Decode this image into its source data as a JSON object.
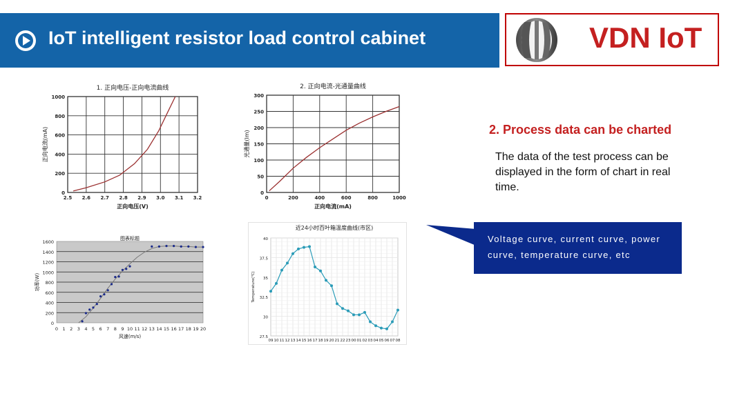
{
  "header": {
    "title": "IoT intelligent resistor load control cabinet",
    "play_icon": "play-circle-icon"
  },
  "logo": {
    "text": "VDN IoT"
  },
  "section": {
    "title": "2. Process data can be charted",
    "description": "The data of the test process can be displayed in the form of chart in real time."
  },
  "callout": {
    "text": "Voltage curve, current curve, power curve, temperature curve, etc"
  },
  "colors": {
    "header_bg": "#1464a8",
    "accent_red": "#c42020",
    "callout_bg": "#0b2a8c",
    "curve_red": "#9b3030",
    "teal": "#2a9bb7"
  },
  "chart_data": [
    {
      "type": "line",
      "title": "1. 正向电压-正向电流曲线",
      "xlabel": "正向电压(V)",
      "ylabel": "正向电流(mA)",
      "xlim": [
        2.5,
        3.2
      ],
      "ylim": [
        0,
        1000
      ],
      "xticks": [
        "2.5",
        "2.6",
        "2.7",
        "2.8",
        "2.9",
        "3.0",
        "3.1",
        "3.2"
      ],
      "yticks": [
        "0",
        "200",
        "400",
        "600",
        "800",
        "1000"
      ],
      "grid": true,
      "series": [
        {
          "x": [
            2.53,
            2.6,
            2.7,
            2.78,
            2.86,
            2.93,
            2.99,
            3.04,
            3.08
          ],
          "y": [
            15,
            50,
            110,
            180,
            300,
            450,
            640,
            840,
            1000
          ]
        }
      ]
    },
    {
      "type": "line",
      "title": "2. 正向电流-光通量曲线",
      "xlabel": "正向电流(mA)",
      "ylabel": "光通量(lm)",
      "xlim": [
        0,
        1000
      ],
      "ylim": [
        0,
        300
      ],
      "xticks": [
        "0",
        "200",
        "400",
        "600",
        "800",
        "1000"
      ],
      "yticks": [
        "0",
        "50",
        "100",
        "150",
        "200",
        "250",
        "300"
      ],
      "grid": true,
      "series": [
        {
          "x": [
            20,
            100,
            200,
            300,
            400,
            500,
            600,
            700,
            800,
            900,
            1000
          ],
          "y": [
            5,
            35,
            75,
            108,
            138,
            165,
            192,
            214,
            233,
            250,
            265
          ]
        }
      ]
    },
    {
      "type": "scatter",
      "title": "图表标题",
      "xlabel": "风速(m/s)",
      "ylabel": "功率(W)",
      "xlim": [
        0,
        20
      ],
      "ylim": [
        0,
        1600
      ],
      "xticks": [
        "0",
        "1",
        "2",
        "3",
        "4",
        "5",
        "6",
        "7",
        "8",
        "9",
        "10",
        "11",
        "12",
        "13",
        "14",
        "15",
        "16",
        "17",
        "18",
        "19",
        "20"
      ],
      "yticks": [
        "0",
        "200",
        "400",
        "600",
        "800",
        "1000",
        "1200",
        "1400",
        "1600"
      ],
      "grid": true,
      "points": {
        "x": [
          3.5,
          4,
          4.5,
          5,
          5.5,
          6,
          6.5,
          7,
          7.5,
          8,
          8.5,
          9,
          9.5,
          10,
          13,
          14,
          15,
          16,
          17,
          18,
          19,
          20
        ],
        "y": [
          30,
          190,
          260,
          300,
          370,
          520,
          560,
          640,
          760,
          900,
          910,
          1040,
          1060,
          1110,
          1500,
          1500,
          1510,
          1510,
          1500,
          1500,
          1490,
          1490
        ]
      },
      "trend": {
        "x": [
          3,
          4,
          5,
          6,
          7,
          8,
          9,
          10,
          11,
          12,
          13,
          14,
          15,
          16,
          17,
          18,
          19,
          20
        ],
        "y": [
          0,
          120,
          290,
          480,
          680,
          860,
          1020,
          1160,
          1290,
          1390,
          1460,
          1500,
          1510,
          1510,
          1500,
          1500,
          1490,
          1490
        ]
      }
    },
    {
      "type": "line",
      "title": "近24小时百叶箱温度曲线(市区)",
      "ylabel": "Temperature(℃)",
      "ylim": [
        27.5,
        40
      ],
      "yticks": [
        "27.5",
        "30",
        "32.5",
        "35",
        "37.5",
        "40"
      ],
      "categories": [
        "09",
        "10",
        "11",
        "12",
        "13",
        "14",
        "15",
        "16",
        "17",
        "18",
        "19",
        "20",
        "21",
        "22",
        "23",
        "00",
        "01",
        "02",
        "03",
        "04",
        "05",
        "06",
        "07",
        "08"
      ],
      "grid": true,
      "series": [
        {
          "values": [
            33.2,
            34.2,
            35.9,
            36.8,
            38,
            38.6,
            38.8,
            38.9,
            36.3,
            35.8,
            34.6,
            33.9,
            31.6,
            31.0,
            30.7,
            30.2,
            30.2,
            30.5,
            29.3,
            28.8,
            28.5,
            28.4,
            29.3,
            30.8
          ]
        }
      ]
    }
  ]
}
